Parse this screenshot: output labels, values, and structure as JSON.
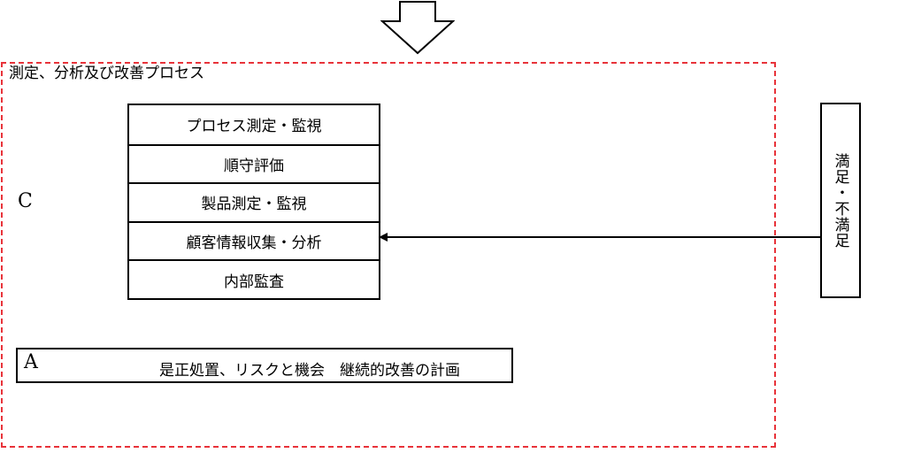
{
  "frame": {
    "title": "測定、分析及び改善プロセス",
    "border_color": "#e8333a"
  },
  "labels": {
    "c": "C",
    "a": "A"
  },
  "stack": {
    "items": [
      "プロセス測定・監視",
      "順守評価",
      "製品測定・監視",
      "顧客情報収集・分析",
      "内部監査"
    ]
  },
  "action": {
    "text": "是正処置、リスクと機会　継続的改善の計画"
  },
  "satisfaction": {
    "text": "満足・不満足"
  }
}
